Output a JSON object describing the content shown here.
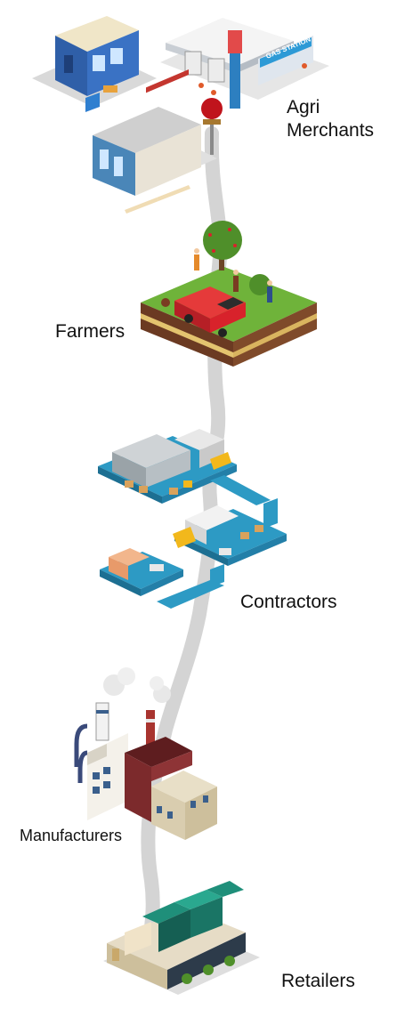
{
  "stages": [
    {
      "id": "agri-merchants",
      "label": "Agri\nMerchants",
      "icon": "agri-merchants-buildings-icon"
    },
    {
      "id": "farmers",
      "label": "Farmers",
      "icon": "farm-field-icon"
    },
    {
      "id": "contractors",
      "label": "Contractors",
      "icon": "warehouse-logistics-icon"
    },
    {
      "id": "manufacturers",
      "label": "Manufacturers",
      "icon": "factory-icon"
    },
    {
      "id": "retailers",
      "label": "Retailers",
      "icon": "retail-store-icon"
    }
  ],
  "signage": {
    "gas_station": "GAS STATION"
  },
  "colors": {
    "path": "#d4d4d4",
    "grass": "#6fb33a",
    "soil": "#6b3a22",
    "truck_red": "#d8222b",
    "forklift_yellow": "#f2b81c",
    "conveyor_blue": "#2d9ac4",
    "factory_brick": "#7c2a2c",
    "store_glass": "#1f8f7a"
  }
}
